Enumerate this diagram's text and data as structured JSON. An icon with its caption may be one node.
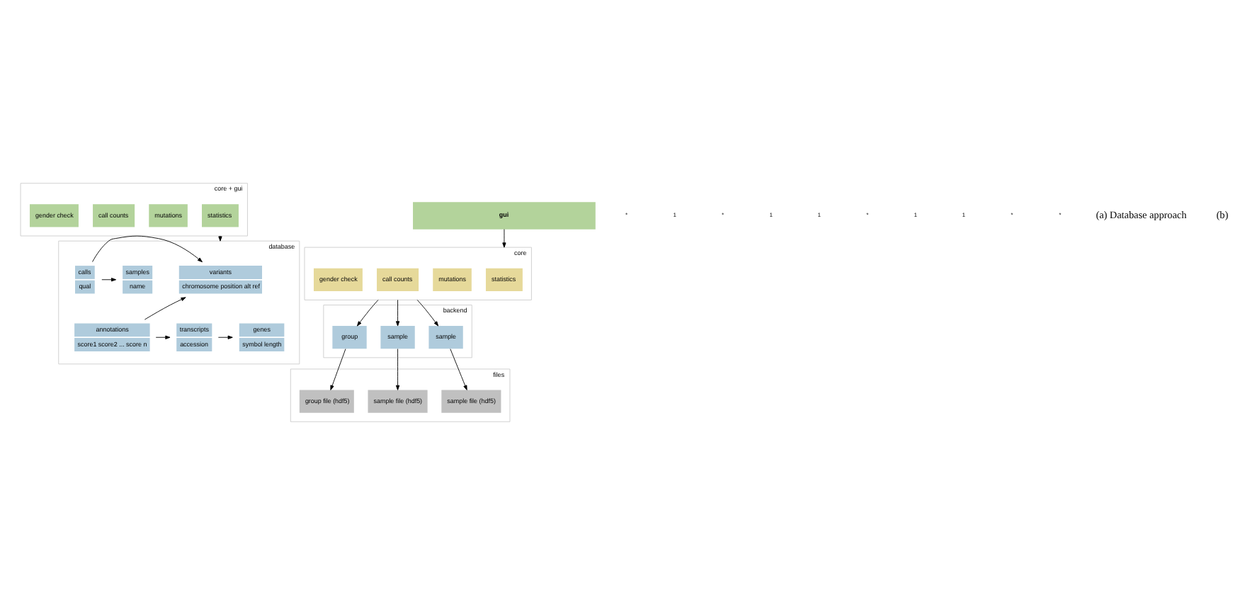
{
  "diagram": {
    "nodes": [
      {
        "text": [
          "core + gui"
        ]
      },
      {
        "text": [
          "statistics"
        ],
        "in": 0
      },
      {
        "text": [
          "mutations"
        ],
        "in": 0
      },
      {
        "text": [
          "call counts"
        ],
        "in": 0
      },
      {
        "text": [
          "gender check"
        ],
        "in": 0
      },
      {
        "text": [
          "database"
        ]
      },
      {
        "text": [
          "variants",
          "chromosome position alt ref"
        ],
        "in": 5
      },
      {
        "text": [
          "calls",
          "qual"
        ],
        "in": 5
      },
      {
        "text": [
          "samples",
          "name"
        ],
        "in": 5
      },
      {
        "text": [
          "annotations",
          "score1 score2 ... score n"
        ],
        "in": 5
      },
      {
        "text": [
          "transcripts",
          "accession"
        ],
        "in": 5
      },
      {
        "text": [
          "genes",
          "symbol length"
        ],
        "in": 5
      },
      {
        "text": [
          "gui"
        ]
      },
      {
        "text": [
          "core"
        ]
      },
      {
        "text": [
          "statistics"
        ],
        "in": 13
      },
      {
        "text": [
          "mutations"
        ],
        "in": 13
      },
      {
        "text": [
          "call counts"
        ],
        "in": 13
      },
      {
        "text": [
          "gender check"
        ],
        "in": 13
      },
      {
        "text": [
          "backend"
        ]
      },
      {
        "text": [
          "sample"
        ],
        "in": 18
      },
      {
        "text": [
          "sample"
        ],
        "in": 18
      },
      {
        "text": [
          "group"
        ],
        "in": 18
      },
      {
        "text": [
          "files"
        ]
      },
      {
        "text": [
          "sample file (hdf5)"
        ],
        "in": 22
      },
      {
        "text": [
          "sample file (hdf5)"
        ],
        "in": 22
      },
      {
        "text": [
          "group file (hdf5)"
        ],
        "in": 22
      }
    ],
    "edges": [
      {
        "from": 0,
        "to": 5,
        "arrow": "to"
      },
      {
        "from": 7,
        "to": 6,
        "arrow": "to"
      },
      {
        "from": 7,
        "to": 8,
        "arrow": "to"
      },
      {
        "from": 9,
        "to": 6,
        "arrow": "to"
      },
      {
        "from": 9,
        "to": 10,
        "arrow": "to"
      },
      {
        "from": 10,
        "to": 11,
        "arrow": "to"
      },
      {
        "from": 12,
        "to": 13,
        "arrow": "to"
      },
      {
        "from": 13,
        "to": 19,
        "arrow": "to"
      },
      {
        "from": 13,
        "to": 20,
        "arrow": "to"
      },
      {
        "from": 13,
        "to": 21,
        "arrow": "to"
      },
      {
        "from": 19,
        "to": 23,
        "arrow": "to"
      },
      {
        "from": 20,
        "to": 24,
        "arrow": "to"
      },
      {
        "from": 21,
        "to": 25,
        "arrow": "to"
      }
    ],
    "labels": [
      "*",
      "1",
      "*",
      "1",
      "1",
      "*",
      "1",
      "1",
      "*",
      "*",
      "(a) Database approach",
      "(b)"
    ]
  }
}
